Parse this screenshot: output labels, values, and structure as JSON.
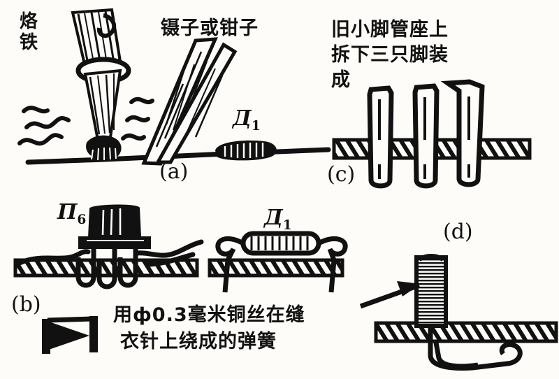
{
  "figure": {
    "title_visible": false,
    "background_color": "#fdfcf8",
    "ink_color": "#111111",
    "style": "hand-drawn scanned technical illustration"
  },
  "annotations": {
    "soldering_iron": "烙铁",
    "tweezers_or_pliers": "镊子或钳子",
    "socket_note_line1": "旧小脚管座上",
    "socket_note_line2": "拆下三只脚装",
    "socket_note_line3": "成",
    "spring_note_line1": "用ф0.3毫米铜丝在缝",
    "spring_note_line2": "衣针上绕成的弹簧"
  },
  "components": {
    "diode_a": {
      "letter": "Д",
      "index": "1"
    },
    "diode_b": {
      "letter": "Д",
      "index": "1"
    },
    "transistor": {
      "letter": "П",
      "index": "6"
    }
  },
  "panels": [
    {
      "id": "a",
      "label": "(a)"
    },
    {
      "id": "b",
      "label": "(b)"
    },
    {
      "id": "c",
      "label": "(c)"
    },
    {
      "id": "d",
      "label": "(d)"
    }
  ]
}
